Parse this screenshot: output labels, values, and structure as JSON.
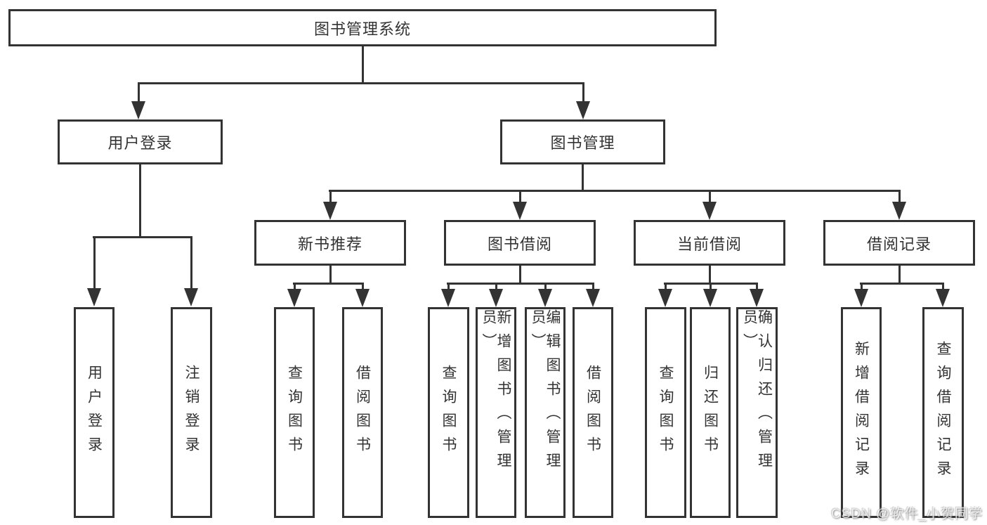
{
  "page": {
    "background": "#ffffff",
    "watermark": "CSDN @软件_小贺同学"
  },
  "colors": {
    "line": "#333333",
    "box_border": "#333333",
    "box_fill": "#ffffff",
    "text": "#333333",
    "watermark_text": "#eeeeee"
  },
  "tree": {
    "root": "图书管理系统",
    "branches": [
      {
        "label": "用户登录",
        "children": [
          "用户登录",
          "注销登录"
        ]
      },
      {
        "label": "图书管理",
        "groups": [
          {
            "label": "新书推荐",
            "children": [
              "查询图书",
              "借阅图书"
            ]
          },
          {
            "label": "图书借阅",
            "children": [
              "查询图书",
              "新增图书（管理员）",
              "编辑图书（管理员）",
              "借阅图书"
            ]
          },
          {
            "label": "当前借阅",
            "children": [
              "查询图书",
              "归还图书",
              "确认归还（管理员）"
            ]
          },
          {
            "label": "借阅记录",
            "children": [
              "新增借阅记录",
              "查询借阅记录"
            ]
          }
        ]
      }
    ]
  }
}
